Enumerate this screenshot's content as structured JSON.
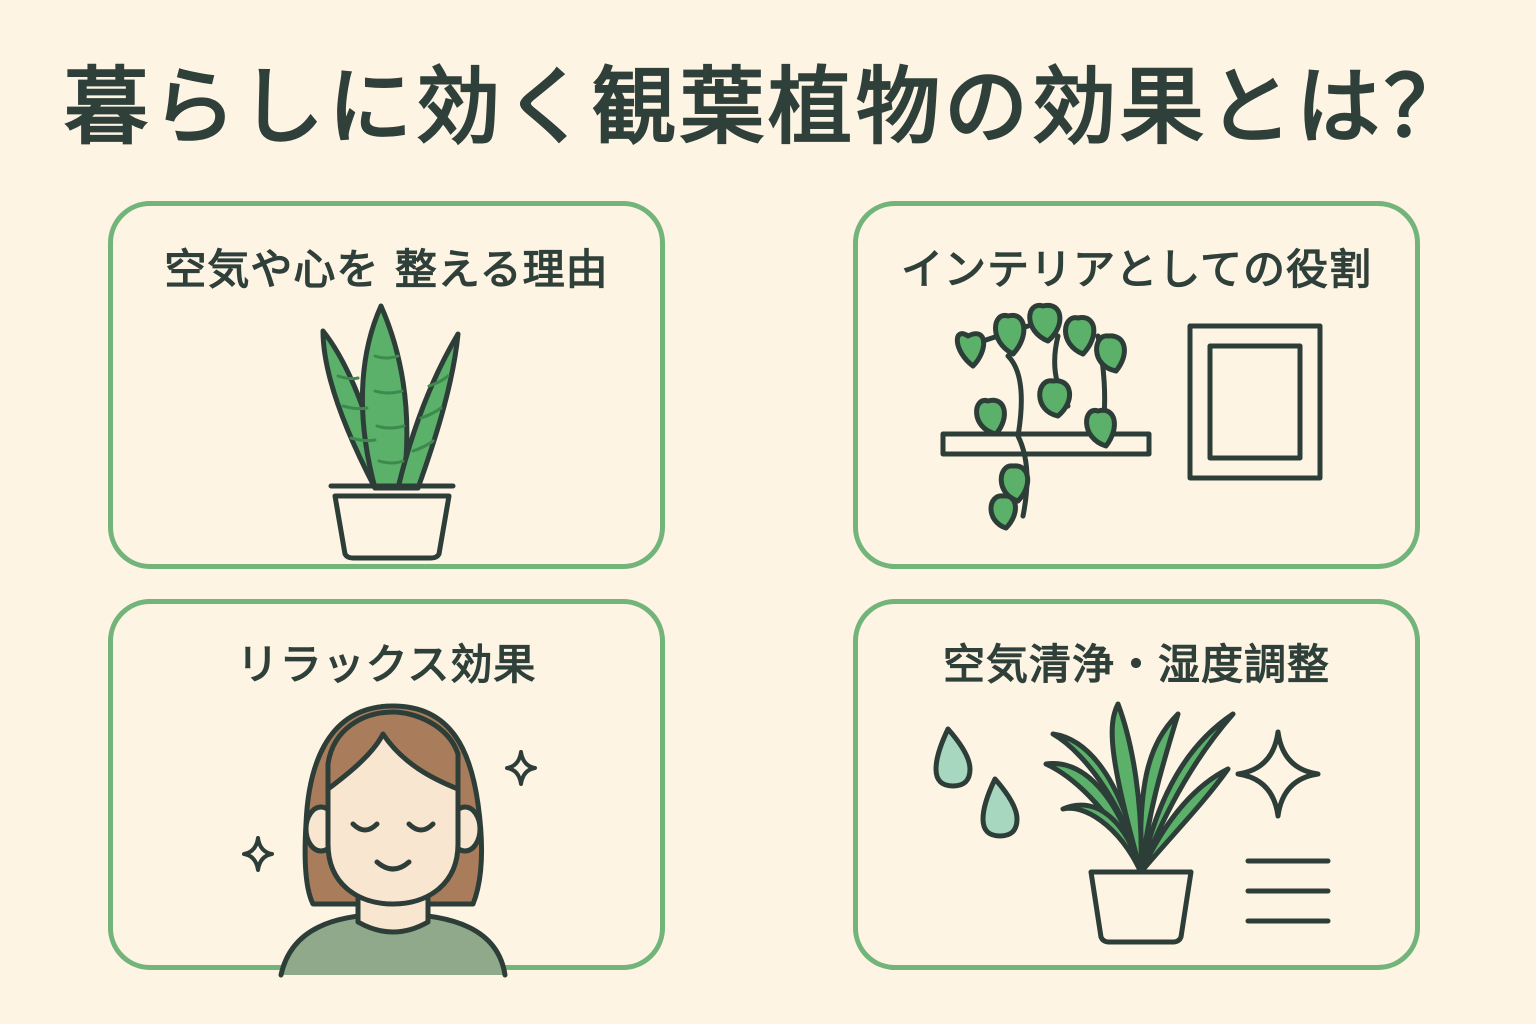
{
  "title": "暮らしに効く観葉植物の効果とは？",
  "colors": {
    "background": "#fdf4e4",
    "card_border": "#72b47a",
    "text": "#2f3f39",
    "leaf": "#5bb06a",
    "hair": "#a97d5c",
    "water": "#a7d7bf"
  },
  "cards": [
    {
      "title": "空気や心を 整える理由",
      "icon": "snake-plant-icon"
    },
    {
      "title": "インテリアとしての役割",
      "icon": "pothos-shelf-and-frame-icon"
    },
    {
      "title": "リラックス効果",
      "icon": "relaxed-woman-icon"
    },
    {
      "title": "空気清浄・湿度調整",
      "icon": "plant-with-droplets-icon"
    }
  ]
}
